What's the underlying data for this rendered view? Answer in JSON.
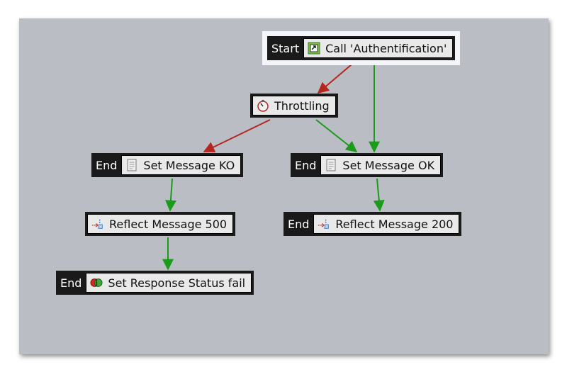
{
  "colors": {
    "canvas": "#bbbdc5",
    "node_fill": "#e9e9e9",
    "tag_fill": "#1a1a1a",
    "success_edge": "#1b9a1b",
    "failure_edge": "#b5261e"
  },
  "nodes": {
    "call_auth": {
      "tag": "Start",
      "label": "Call 'Authentification'",
      "icon": "call-icon"
    },
    "throttling": {
      "label": "Throttling",
      "icon": "stopwatch-icon"
    },
    "set_msg_ko": {
      "tag": "End",
      "label": "Set Message KO",
      "icon": "document-icon"
    },
    "set_msg_ok": {
      "tag": "End",
      "label": "Set Message OK",
      "icon": "document-icon"
    },
    "reflect_500": {
      "label": "Reflect Message 500",
      "icon": "reflect-icon"
    },
    "reflect_200": {
      "tag": "End",
      "label": "Reflect Message 200",
      "icon": "reflect-icon"
    },
    "set_resp_fail": {
      "tag": "End",
      "label": "Set Response Status fail",
      "icon": "status-icon"
    }
  },
  "edges": [
    {
      "from": "call_auth",
      "to": "throttling",
      "type": "failure"
    },
    {
      "from": "call_auth",
      "to": "set_msg_ok",
      "type": "success"
    },
    {
      "from": "throttling",
      "to": "set_msg_ko",
      "type": "failure"
    },
    {
      "from": "throttling",
      "to": "set_msg_ok",
      "type": "success"
    },
    {
      "from": "set_msg_ko",
      "to": "reflect_500",
      "type": "success"
    },
    {
      "from": "set_msg_ok",
      "to": "reflect_200",
      "type": "success"
    },
    {
      "from": "reflect_500",
      "to": "set_resp_fail",
      "type": "success"
    }
  ]
}
